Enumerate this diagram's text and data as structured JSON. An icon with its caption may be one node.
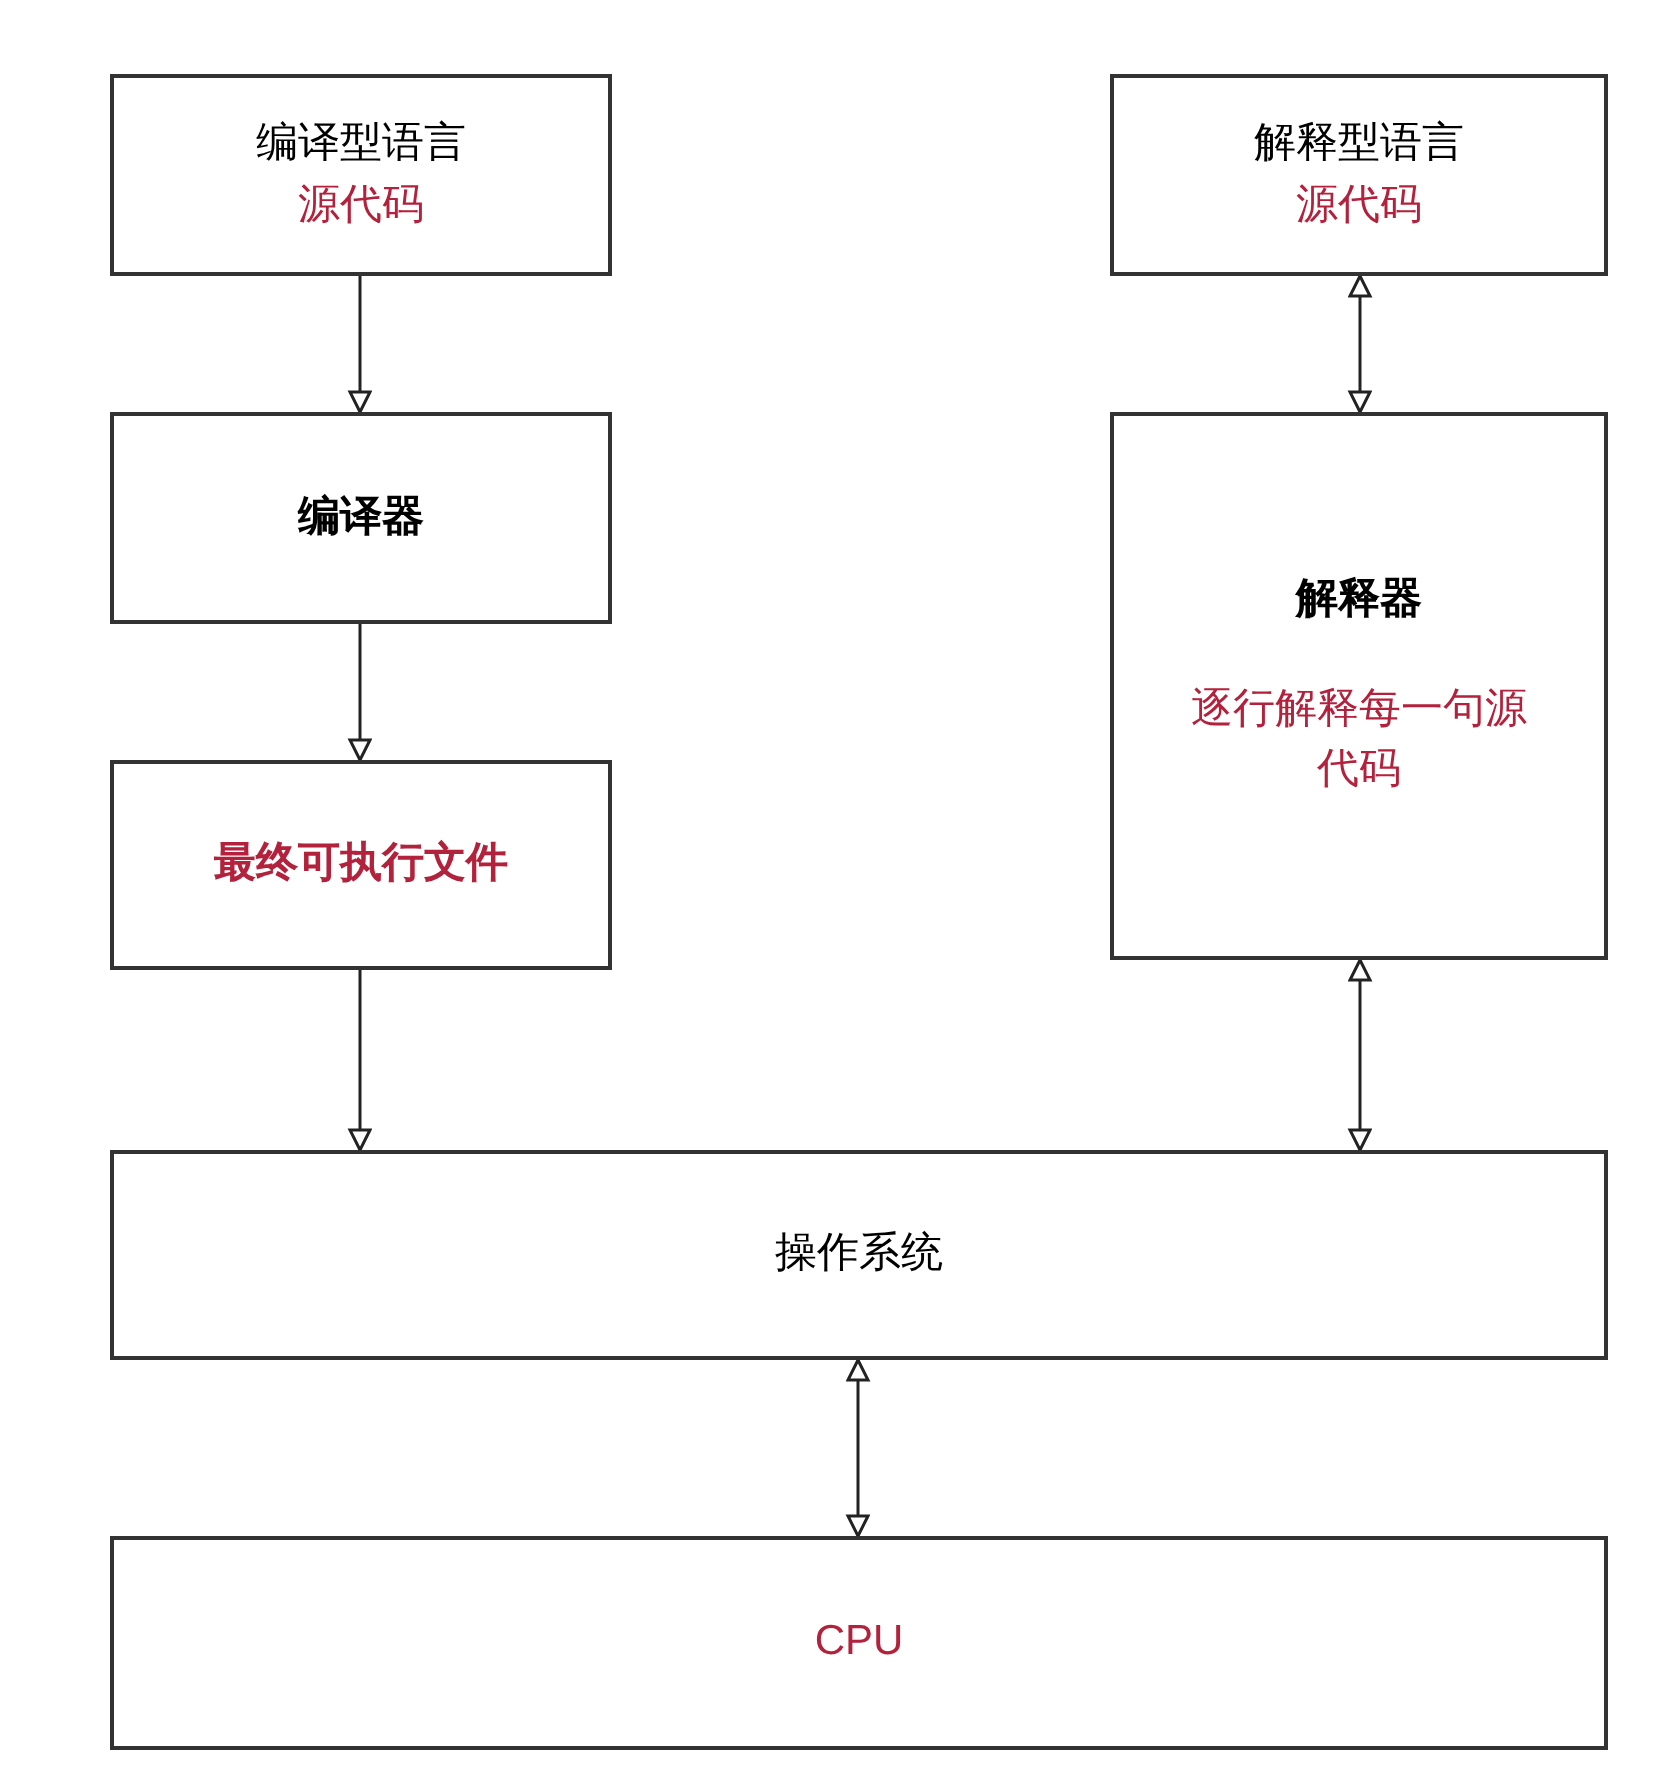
{
  "diagram": {
    "nodes": [
      {
        "text": [
          "编译型语言",
          "源代码"
        ]
      },
      {
        "text": [
          "编译器"
        ]
      },
      {
        "text": [
          "最终可执行文件"
        ]
      },
      {
        "text": [
          "解释型语言",
          "源代码"
        ]
      },
      {
        "text": [
          "解释器",
          "逐行解释每一句源代码"
        ]
      },
      {
        "text": [
          "操作系统"
        ]
      },
      {
        "text": [
          "CPU"
        ]
      }
    ],
    "edges": [
      {
        "from": 0,
        "to": 1,
        "arrow": "to"
      },
      {
        "from": 1,
        "to": 2,
        "arrow": "to"
      },
      {
        "from": 2,
        "to": 5,
        "arrow": "to"
      },
      {
        "from": 3,
        "to": 4,
        "arrow": "both"
      },
      {
        "from": 4,
        "to": 5,
        "arrow": "both"
      },
      {
        "from": 5,
        "to": 6,
        "arrow": "both"
      }
    ]
  }
}
